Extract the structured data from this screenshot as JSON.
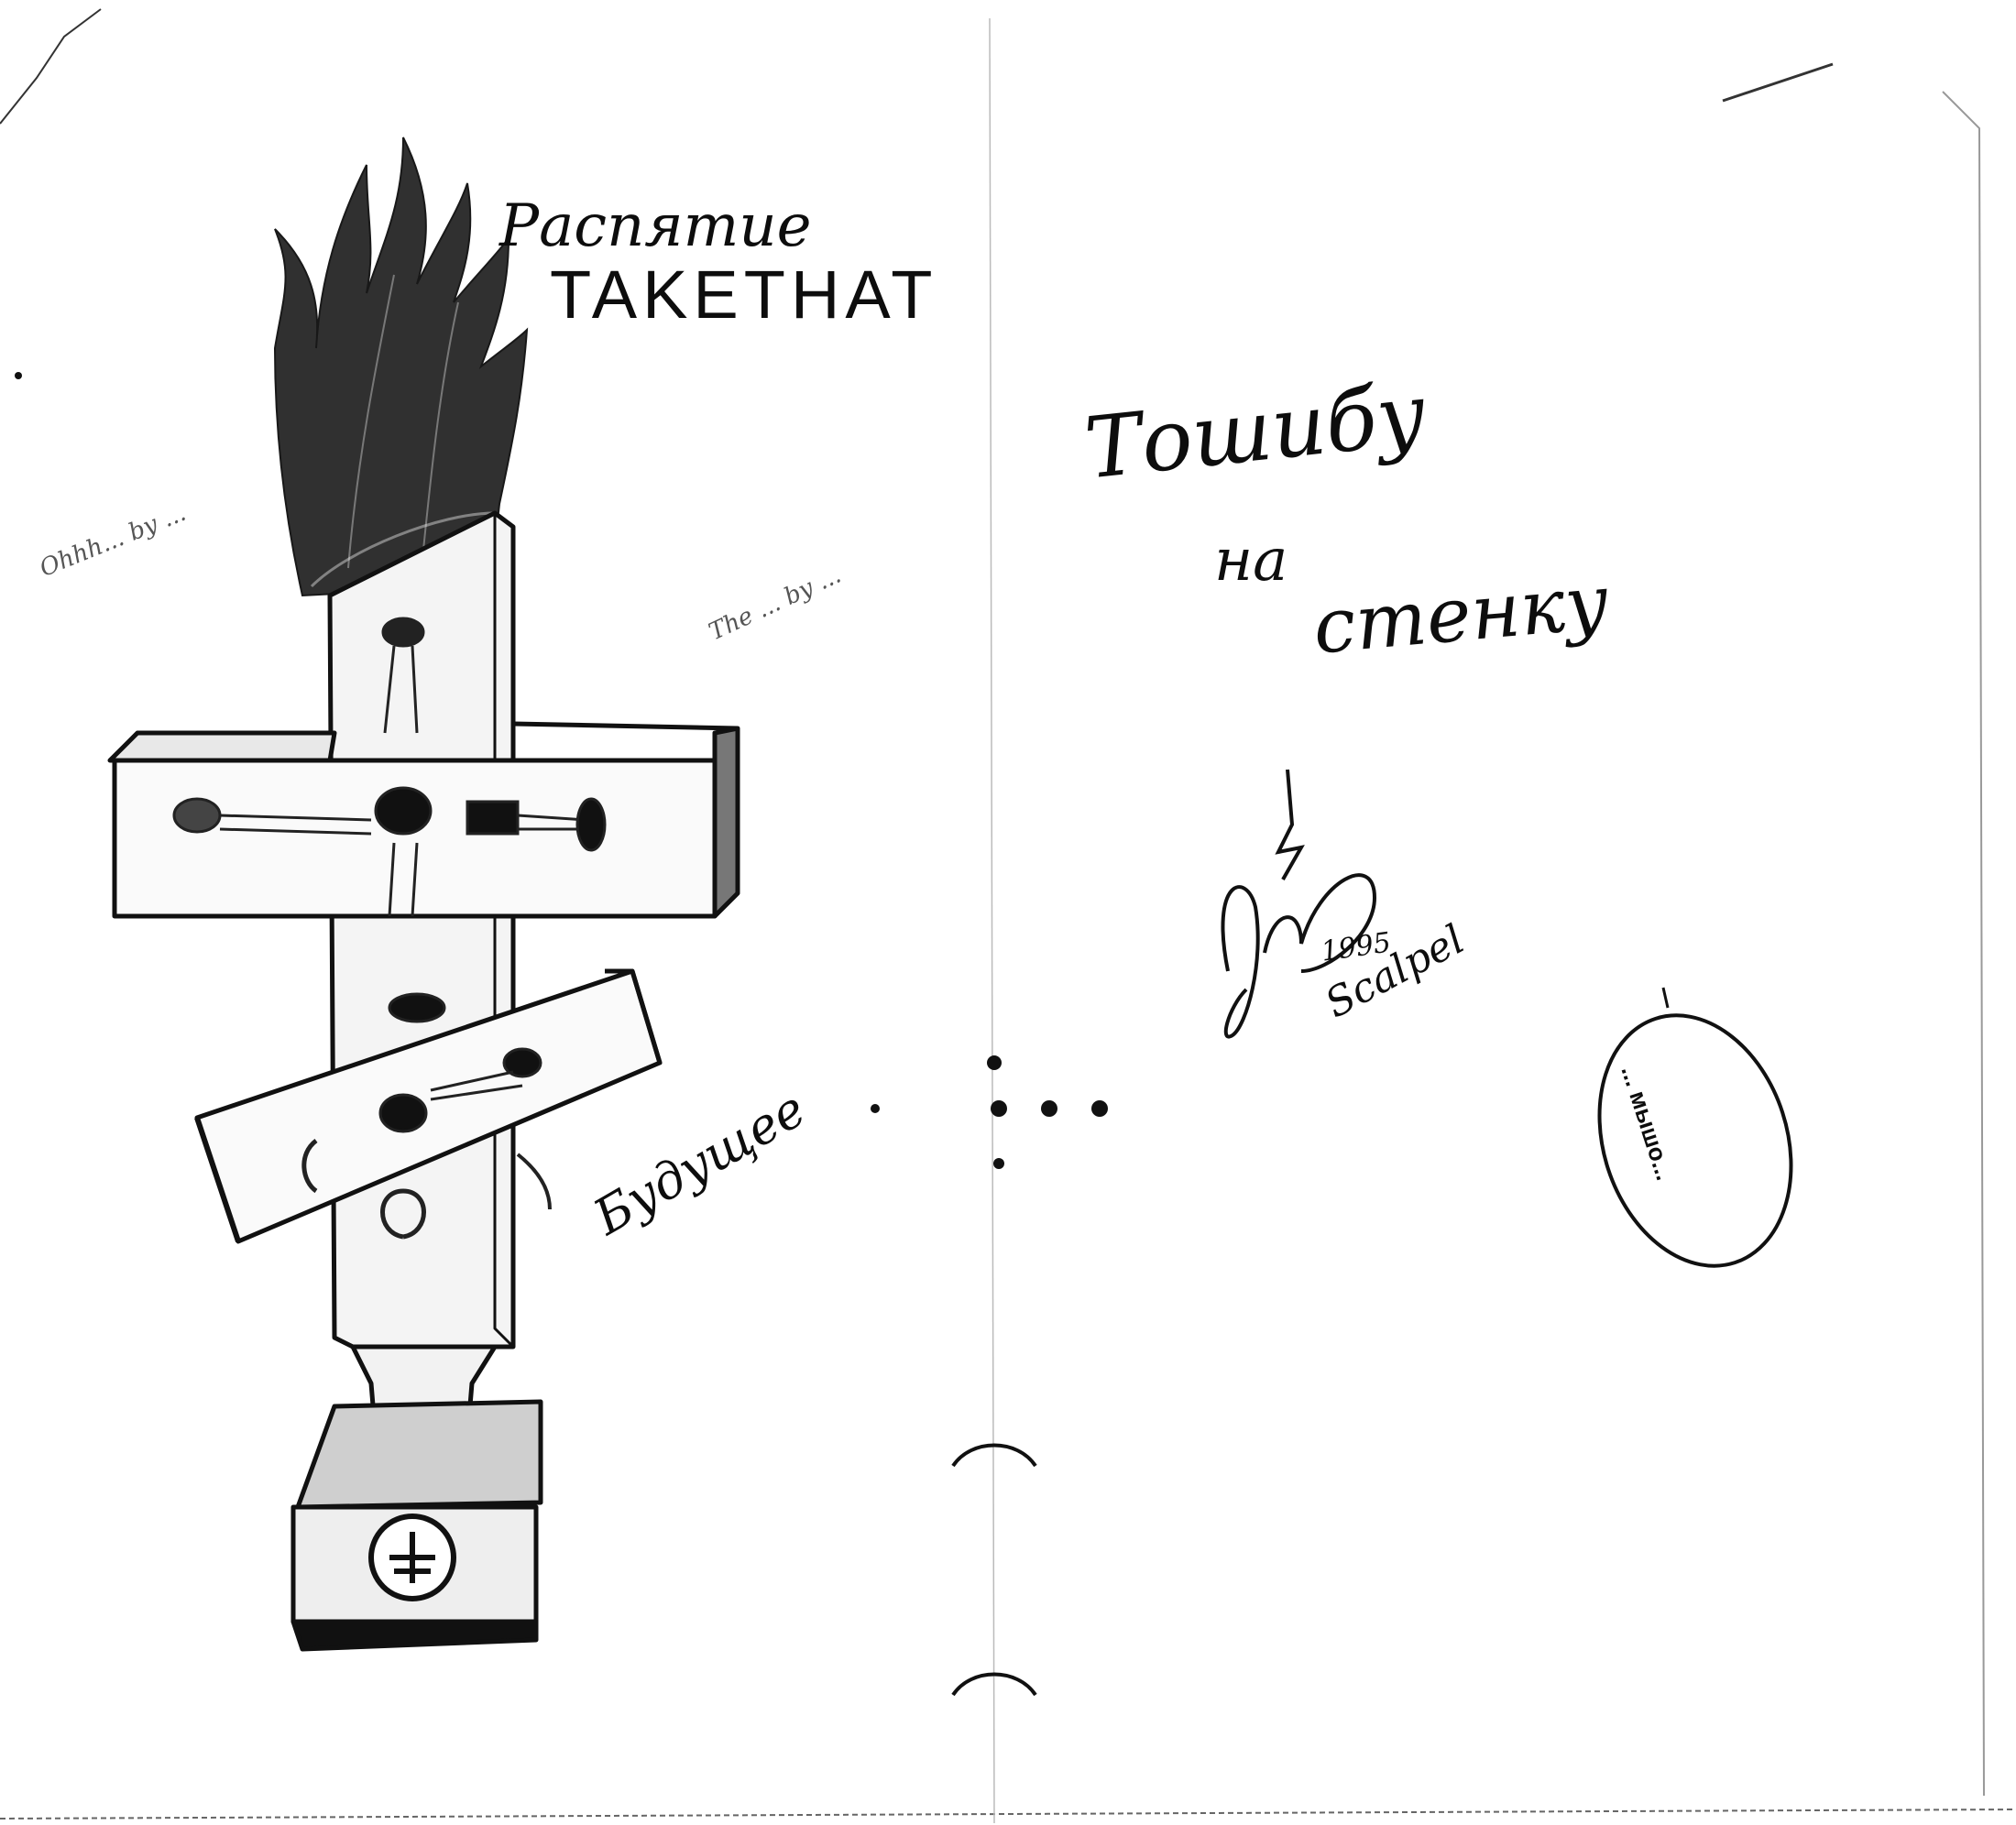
{
  "drawing": {
    "caption_line1": "Распятие",
    "caption_line2": "TAKETHAT",
    "side_note_left": "Ohhh... by ...",
    "side_note_right": "The ... by ...",
    "future_label": "Будущее"
  },
  "wall_text": {
    "line1": "Тошибу",
    "line2": "на",
    "line3": "стенку"
  },
  "signature": {
    "year": "1995",
    "name": "Scalpel"
  },
  "egg": {
    "label": "... мышо..."
  },
  "colors": {
    "ink": "#111111",
    "paper": "#ffffff",
    "shade": "#555555"
  }
}
